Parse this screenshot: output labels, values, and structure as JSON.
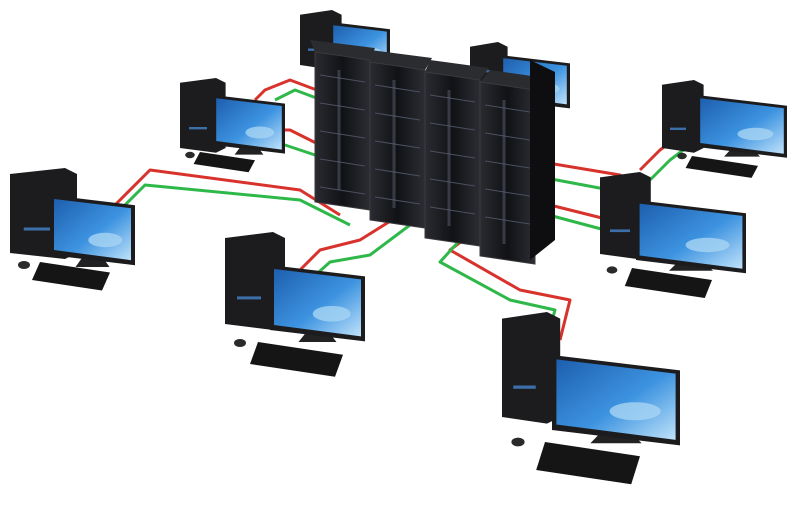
{
  "colors": {
    "background": "#ffffff",
    "hardware": "#1c1c1e",
    "hardware_edge": "#3a3a3e",
    "screen": "#2f7fd0",
    "screen_light": "#a8d4f4",
    "cable_a": "#d8322c",
    "cable_b": "#2fb84a"
  },
  "scene": {
    "central": "server-rack-cluster",
    "server_rack_count": 4,
    "workstation_count": 8
  }
}
